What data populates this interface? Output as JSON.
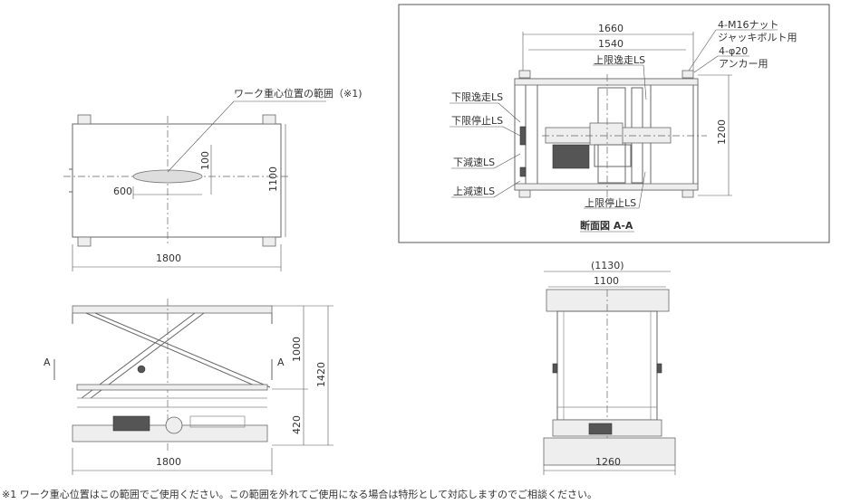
{
  "top_view": {
    "cg_label": "ワーク重心位置の範囲（※1)",
    "dim_100": "100",
    "dim_600": "600",
    "dim_1100": "1100",
    "dim_1800": "1800"
  },
  "side_view": {
    "section_mark_left": "A",
    "section_mark_right": "A",
    "dim_1000": "1000",
    "dim_420": "420",
    "dim_1420": "1420",
    "dim_1800": "1800"
  },
  "front_view": {
    "dim_1130": "(1130)",
    "dim_1100": "1100",
    "dim_1260": "1260"
  },
  "section_view": {
    "title": "断面図 A-A",
    "dim_1660": "1660",
    "dim_1540": "1540",
    "dim_1200": "1200",
    "nut_label_1": "4-M16ナット",
    "nut_label_2": "ジャッキボルト用",
    "anchor_label_1": "4-φ20",
    "anchor_label_2": "アンカー用",
    "ls_labels": {
      "upper_overrun": "上限逸走LS",
      "lower_overrun": "下限逸走LS",
      "lower_stop": "下限停止LS",
      "lower_decel": "下減速LS",
      "upper_decel": "上減速LS",
      "upper_stop": "上限停止LS"
    }
  },
  "footnote": "※1 ワーク重心位置はこの範囲でご使用ください。この範囲を外れてご使用になる場合は特形として対応しますのでご相談ください。"
}
